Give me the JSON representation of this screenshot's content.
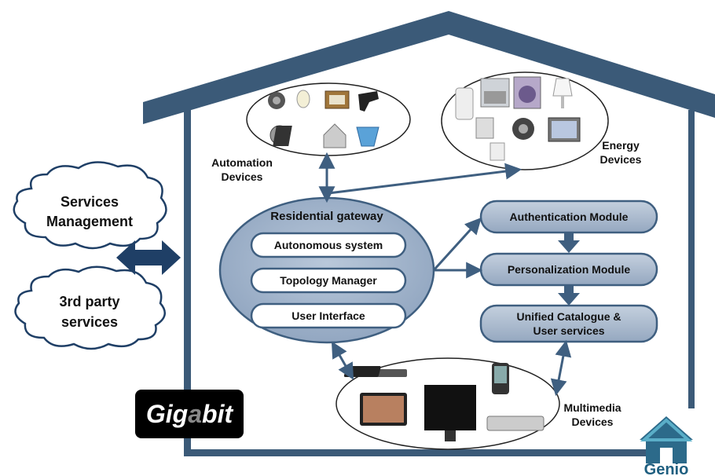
{
  "clouds": {
    "services_line1": "Services",
    "services_line2": "Management",
    "third_line1": "3rd party",
    "third_line2": "services"
  },
  "automation": {
    "line1": "Automation",
    "line2": "Devices"
  },
  "energy": {
    "line1": "Energy",
    "line2": "Devices"
  },
  "multimedia": {
    "line1": "Multimedia",
    "line2": "Devices"
  },
  "gateway": {
    "title": "Residential gateway",
    "items": [
      "Autonomous system",
      "Topology Manager",
      "User Interface"
    ]
  },
  "modules": {
    "authentication": "Authentication Module",
    "personalization": "Personalization Module",
    "catalogue_line1": "Unified Catalogue &",
    "catalogue_line2": "User services"
  },
  "logos": {
    "gigabit_pre": "Gig",
    "gigabit_mid": "a",
    "gigabit_post": "bit",
    "genio": "Genio"
  },
  "colors": {
    "house": "#3b5a78",
    "module_fill": "#a9b8cc",
    "module_stroke": "#3f5f80",
    "arrow": "#3f5f80",
    "arrow_dark": "#1f3f66"
  }
}
